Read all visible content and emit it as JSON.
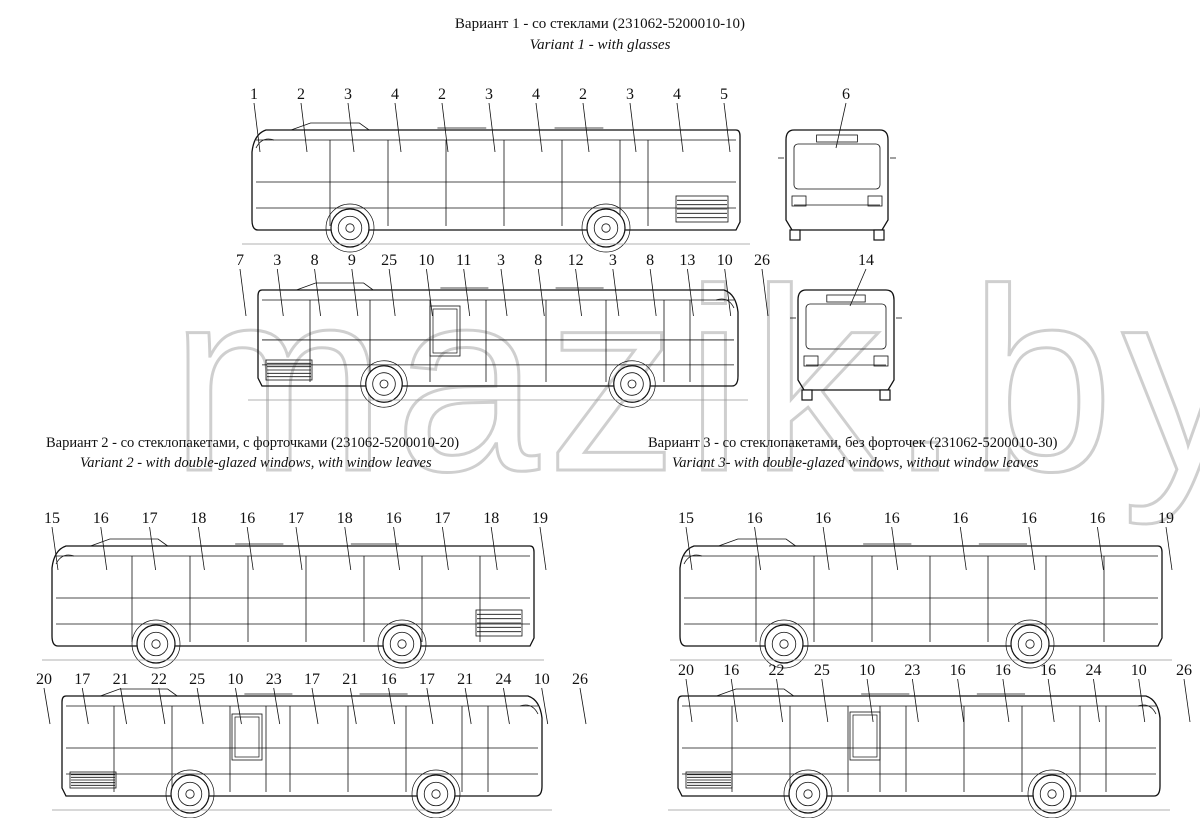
{
  "variant1": {
    "title_ru": "Вариант 1 - со стеклами (231062-5200010-10)",
    "title_en": "Variant 1 - with glasses",
    "side_left_labels": [
      "1",
      "2",
      "3",
      "4",
      "2",
      "3",
      "4",
      "2",
      "3",
      "4",
      "5"
    ],
    "front_label": "6",
    "side_right_labels": [
      "7",
      "3",
      "8",
      "9",
      "25",
      "10",
      "11",
      "3",
      "8",
      "12",
      "3",
      "8",
      "13",
      "10",
      "26"
    ],
    "rear_label": "14"
  },
  "variant2": {
    "title_ru": "Вариант 2 - со стеклопакетами, с форточками (231062-5200010-20)",
    "title_en": "Variant 2 - with double-glazed windows, with window leaves",
    "side_left_labels": [
      "15",
      "16",
      "17",
      "18",
      "16",
      "17",
      "18",
      "16",
      "17",
      "18",
      "19"
    ],
    "side_right_labels": [
      "20",
      "17",
      "21",
      "22",
      "25",
      "10",
      "23",
      "17",
      "21",
      "16",
      "17",
      "21",
      "24",
      "10",
      "26"
    ]
  },
  "variant3": {
    "title_ru": "Вариант 3 - со стеклопакетами, без форточек (231062-5200010-30)",
    "title_en": "Variant 3- with double-glazed windows, without window leaves",
    "side_left_labels": [
      "15",
      "16",
      "16",
      "16",
      "16",
      "16",
      "16",
      "19"
    ],
    "side_right_labels": [
      "20",
      "16",
      "22",
      "25",
      "10",
      "23",
      "16",
      "16",
      "16",
      "24",
      "10",
      "26"
    ]
  },
  "watermark": "mazik.by"
}
